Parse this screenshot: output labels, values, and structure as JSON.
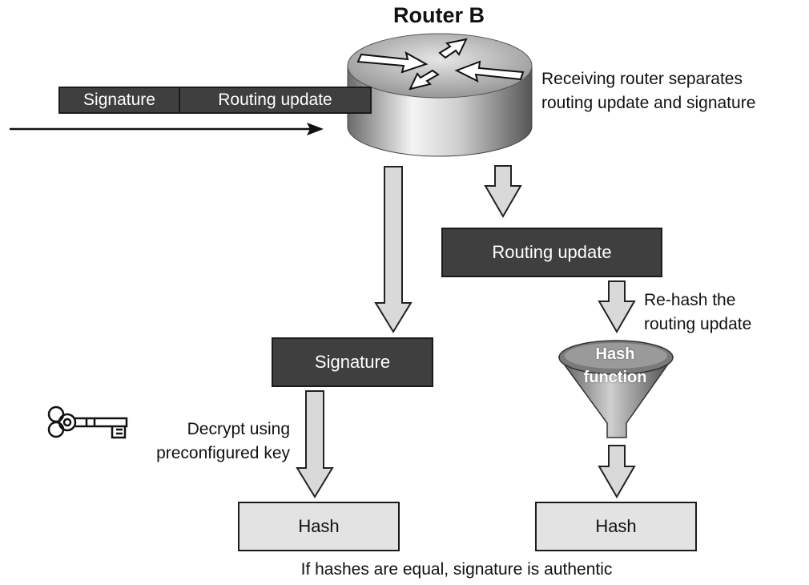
{
  "title": "Router B",
  "incoming_packet": {
    "signature": "Signature",
    "routing_update": "Routing update"
  },
  "notes": {
    "receiving_line1": "Receiving router separates",
    "receiving_line2": "routing update and signature",
    "rehash_line1": "Re-hash the",
    "rehash_line2": "routing update",
    "decrypt_line1": "Decrypt using",
    "decrypt_line2": "preconfigured key",
    "conclusion": "If hashes are equal, signature is authentic"
  },
  "boxes": {
    "routing_update": "Routing update",
    "signature": "Signature",
    "hash_left": "Hash",
    "hash_right": "Hash"
  },
  "hash_function": {
    "line1": "Hash",
    "line2": "function"
  },
  "colors": {
    "dark_box": "#3f3f3f",
    "light_box": "#e3e3e3",
    "arrow_fill": "#d9d9d9"
  },
  "icons": [
    "router-icon",
    "key-icon",
    "funnel-icon",
    "down-arrow-icon",
    "right-arrow-icon"
  ]
}
